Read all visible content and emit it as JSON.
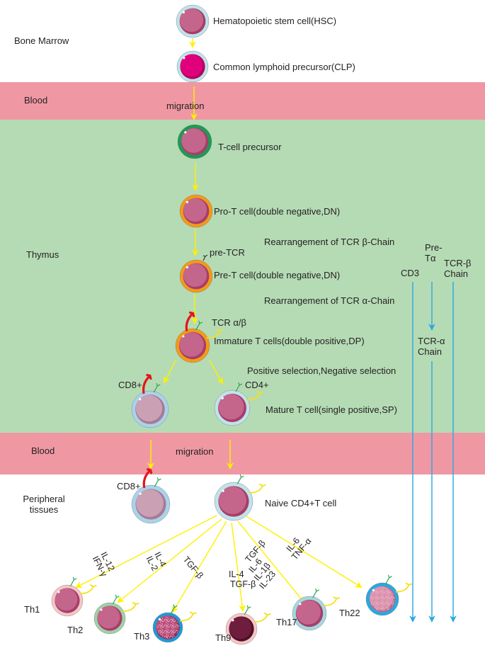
{
  "colors": {
    "blood": "#ef98a3",
    "thymus": "#b5dbb4",
    "arrow_yellow": "#fff000",
    "arrow_blue": "#29a8e0",
    "cd8_receptor": "#e3151a",
    "cd4_receptor": "#f4e11a",
    "tcr_green": "#2aa653"
  },
  "regions": {
    "bone_marrow": "Bone Marrow",
    "blood_top": "Blood",
    "thymus": "Thymus",
    "blood_bottom": "Blood",
    "peripheral": [
      "Peripheral",
      "tissues"
    ]
  },
  "migration": {
    "top": "migration",
    "bottom": "migration"
  },
  "cells": {
    "hsc": "Hematopoietic stem cell(HSC)",
    "clp": "Common lymphoid precursor(CLP)",
    "t_precursor": "T-cell precursor",
    "pro_t": "Pro-T cell(double negative,DN)",
    "pre_t": "Pre-T cell(double negative,DN)",
    "immature": "Immature T cells(double positive,DP)",
    "mature": "Mature T cell(single positive,SP)",
    "naive_cd4": "Naive CD4+T cell"
  },
  "receptors": {
    "pre_tcr": "pre-TCR",
    "tcr_ab": "TCR α/β",
    "cd8_sp": "CD8+",
    "cd4_sp": "CD4+",
    "cd8_peripheral": "CD8+"
  },
  "processes": {
    "beta": "Rearrangement of TCR β-Chain",
    "alpha": "Rearrangement of TCR α-Chain",
    "selection": "Positive selection,Negative selection"
  },
  "chains": {
    "cd3": "CD3",
    "pre_ta": [
      "Pre-",
      "Tα"
    ],
    "tcr_b": [
      "TCR-β",
      "Chain"
    ],
    "tcr_a": [
      "TCR-α",
      "Chain"
    ]
  },
  "subsets": [
    {
      "name": "Th1",
      "cytokines": [
        "IL-12",
        "IFN-γ"
      ]
    },
    {
      "name": "Th2",
      "cytokines": [
        "IL-4",
        "IL-2"
      ]
    },
    {
      "name": "Th3",
      "cytokines": [
        "TGF-β"
      ]
    },
    {
      "name": "Th9",
      "cytokines": [
        "IL-4",
        "TGF-β"
      ]
    },
    {
      "name": "Th17",
      "cytokines": [
        "TGF-β",
        "IL-6",
        "IL-1β",
        "IL-23"
      ]
    },
    {
      "name": "Th22",
      "cytokines": [
        "IL-6",
        "TNF-α"
      ]
    }
  ]
}
